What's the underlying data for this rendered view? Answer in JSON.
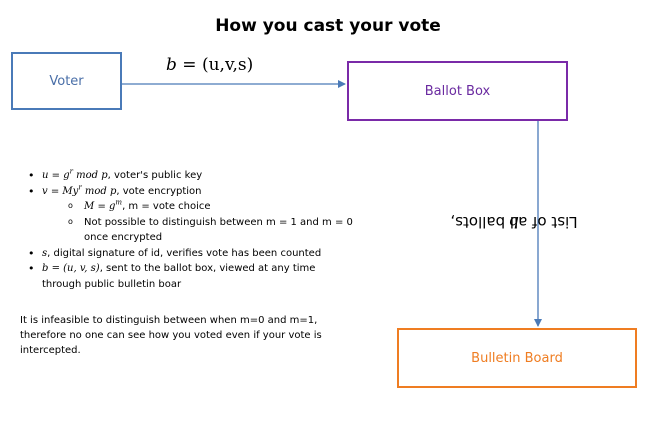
{
  "title": "How you cast your vote",
  "nodes": {
    "voter": "Voter",
    "ballot_box": "Ballot Box",
    "bulletin_board": "Bulletin Board"
  },
  "edges": {
    "voter_to_ballot": {
      "var": "b",
      "eq": "=",
      "tuple": "(u,v,s)"
    },
    "ballot_to_bulletin": {
      "text": "List of all ballots,",
      "var": "b"
    }
  },
  "bullets": [
    {
      "m1": "u",
      "m2": "=",
      "m3": "g",
      "m3sup": "r",
      "m4": "mod p",
      "text": ", voter's public key"
    },
    {
      "m1": "v",
      "m2": "=",
      "m3": "My",
      "m3sup": "r",
      "m4": "mod p",
      "text": ", vote encryption"
    },
    {
      "m": "s",
      "text": ", digital signature of id, verifies vote has been counted"
    },
    {
      "m": "b = (u, v, s)",
      "text": ", sent to the ballot box, viewed at any time through public bulletin boar"
    }
  ],
  "subbullets": [
    {
      "m1": "M",
      "m2": "=",
      "m3": "g",
      "m3sup": "m",
      "text": ", m = vote choice"
    },
    {
      "text": "Not possible to distinguish between m = 1 and m = 0 once encrypted"
    }
  ],
  "note": "It is infeasible to distinguish between when m=0 and m=1, therefore no one can see how you voted even if your vote is intercepted.",
  "colors": {
    "voter": "#4a7ab8",
    "ballot_box": "#7a2aa8",
    "bulletin_board": "#ef7d22",
    "arrow": "#4a7ab8"
  }
}
